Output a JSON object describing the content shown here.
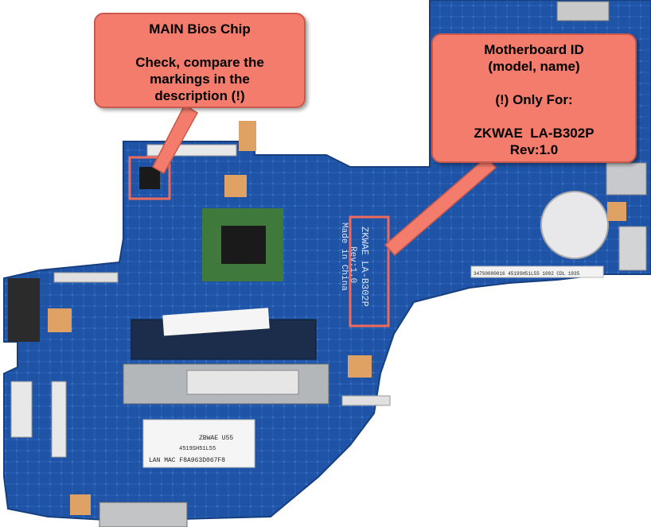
{
  "image": {
    "description_free": true
  },
  "colors": {
    "pcb": "#1e4f9e",
    "callout_fill": "#f47c6c",
    "callout_border": "#c95a4b",
    "highlight": "#f06a5c",
    "gold_pad": "#e0a264"
  },
  "callouts": {
    "bios": {
      "title": "MAIN Bios Chip",
      "line1": "Check, compare the",
      "line2": "markings in the",
      "line3": "description (!)"
    },
    "board": {
      "title": "Motherboard ID",
      "subtitle": "(model, name)",
      "only_for": "(!) Only For:",
      "model": "ZKWAE  LA-B302P",
      "rev": "Rev:1.0"
    }
  },
  "board_silkscreen": {
    "model": "ZKWAE  LA-B302P",
    "rev": "Rev:1.0",
    "made_in": "Made in China"
  },
  "stickers": {
    "serial_line": "347S0000016  4519SH51L55 1002 CDL 1935",
    "wlan_sticker": {
      "line1": "ZBWAE U55",
      "line2": "4519SH51L55",
      "line3": "LAN MAC F8A963D067F8"
    }
  }
}
